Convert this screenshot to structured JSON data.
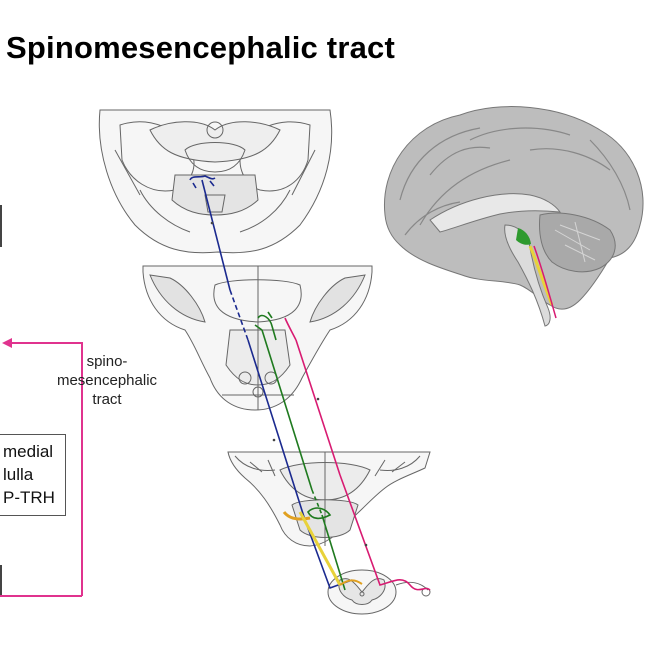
{
  "title": "Spinomesencephalic tract",
  "tract_label": [
    "spino-",
    "mesencephalic",
    "tract"
  ],
  "side_box_lines": [
    "medial",
    "lulla",
    "P-TRH"
  ],
  "colors": {
    "pathway_blue": "#1b2a8f",
    "pathway_green": "#1f7a1f",
    "pathway_magenta": "#d81b72",
    "pathway_yellow": "#e8d23a",
    "pathway_orange": "#e0a020",
    "arrow_line": "#e0338e",
    "brain_fill": "#bdbdbd"
  }
}
